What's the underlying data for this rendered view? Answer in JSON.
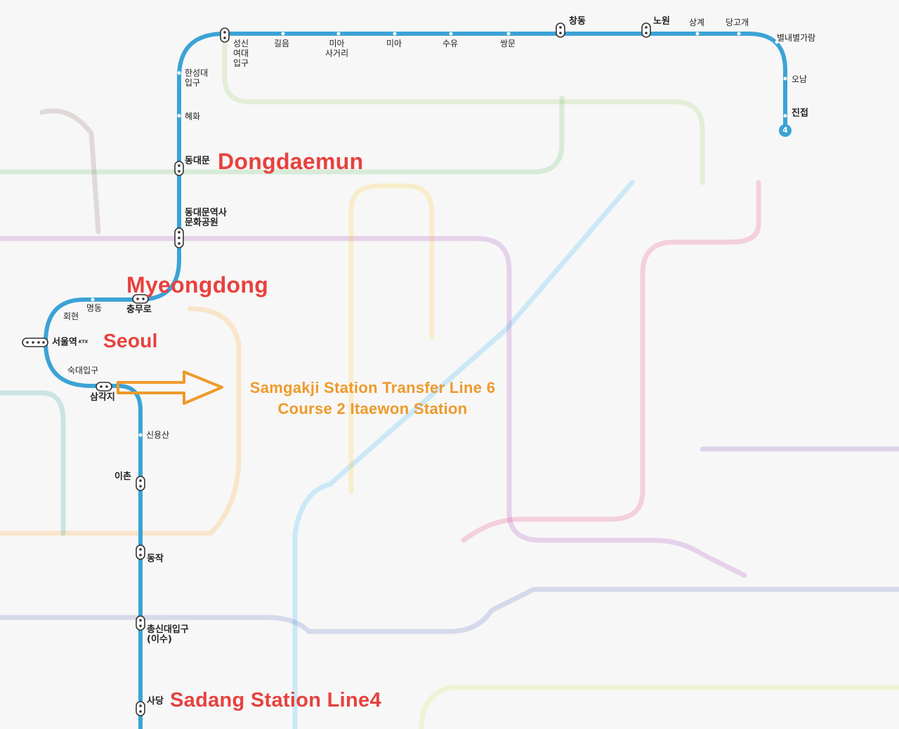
{
  "map": {
    "line_badge": "4",
    "line_color": "#3ba3d6",
    "stations": {
      "sungshin": "성신\n여대\n입구",
      "gireum": "길음",
      "miasageori": "미아\n사거리",
      "mia": "미아",
      "suyu": "수유",
      "ssangmun": "쌍문",
      "changdong": "창동",
      "nowon": "노원",
      "sanggye": "상계",
      "danggogae": "당고개",
      "byeollae": "별내별가람",
      "onam": "오남",
      "jinjeop": "진접",
      "hansung": "한성대\n입구",
      "hyehwa": "혜화",
      "dongdaemun": "동대문",
      "ddp": "동대문역사\n문화공원",
      "chungmuro": "충무로",
      "myeongdong": "명동",
      "hoehyeon": "회현",
      "seoul": "서울역",
      "sookmyung": "숙대입구",
      "samgakji": "삼각지",
      "sinyongsan": "신용산",
      "ichon": "이촌",
      "dongjak": "동작",
      "chongshin": "총신대입구\n(이수)",
      "sadang": "사당"
    },
    "ktx_tag": "KTX",
    "annotations": {
      "dongdaemun": "Dongdaemun",
      "myeongdong": "Myeongdong",
      "seoul": "Seoul",
      "transfer": "Samgakji Station Transfer Line 6\nCourse 2 Itaewon Station",
      "sadang": "Sadang Station Line4"
    },
    "accent_red": "#e8413e",
    "accent_orange": "#ee9a2a"
  }
}
